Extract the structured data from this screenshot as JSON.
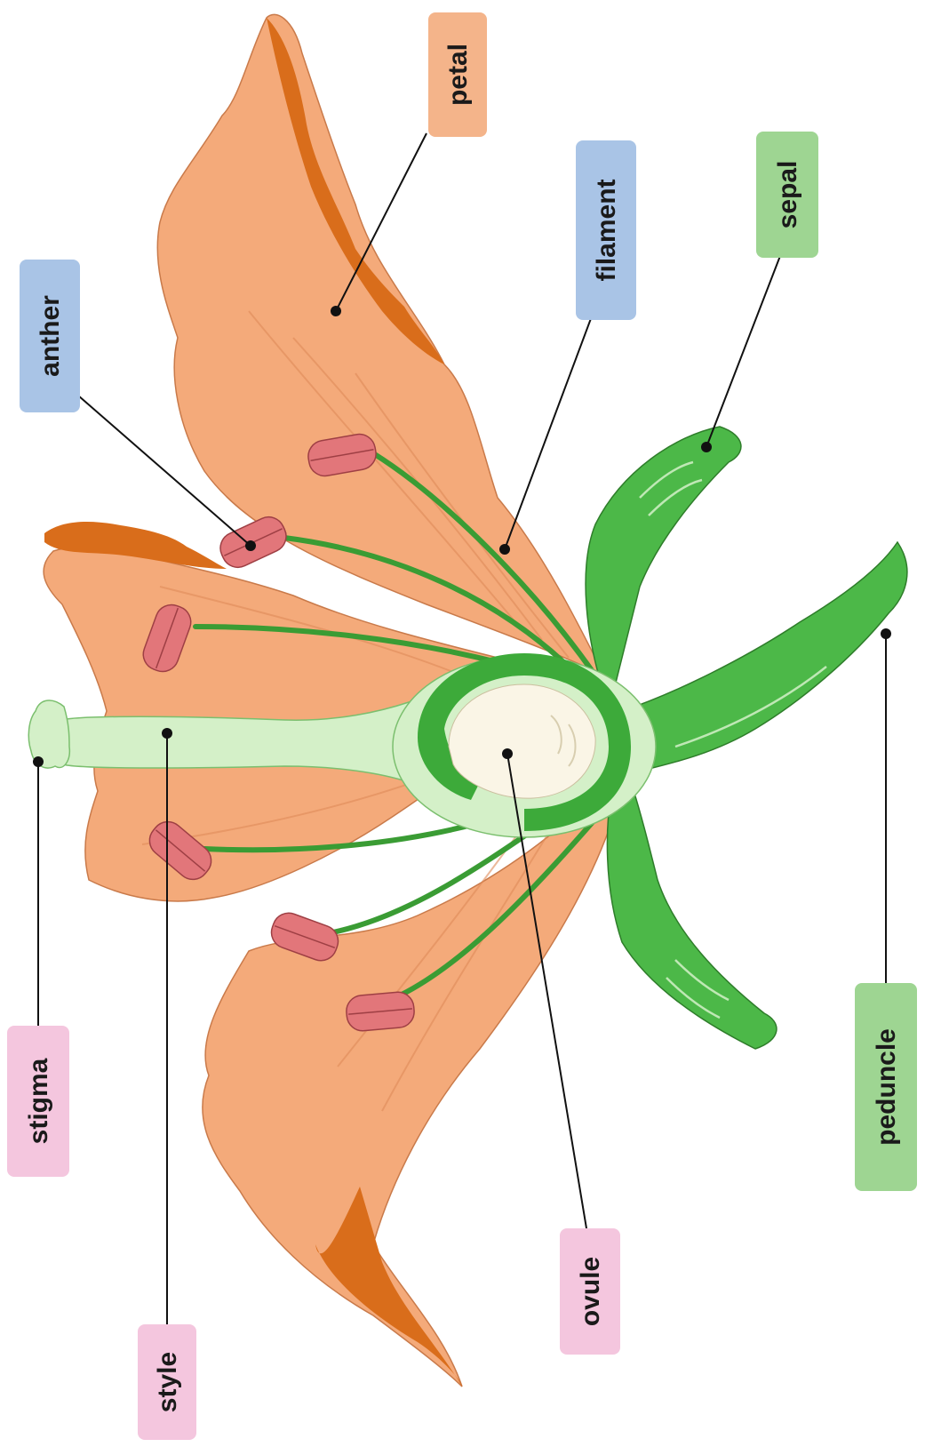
{
  "labels": {
    "anther": "anther",
    "petal": "petal",
    "filament": "filament",
    "sepal": "sepal",
    "stigma": "stigma",
    "style": "style",
    "ovule": "ovule",
    "peduncle": "peduncle"
  },
  "colors": {
    "petal": "#f4aa7a",
    "petal_edge": "#d96d1b",
    "sepal": "#4cb848",
    "anther": "#e2767a",
    "pistil": "#d4f0c8",
    "ovule": "#faf5e6",
    "label_blue": "#a9c4e6",
    "label_orange": "#f4b48a",
    "label_green": "#9ed592",
    "label_pink": "#f4c6de"
  }
}
